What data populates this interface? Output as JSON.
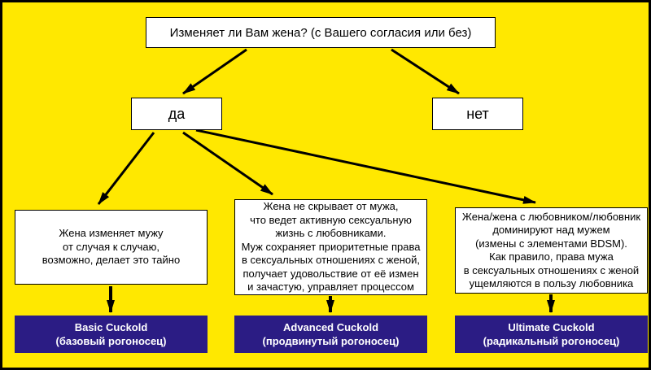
{
  "colors": {
    "background": "#ffe800",
    "box_bg": "#ffffff",
    "box_border": "#000000",
    "result_bg": "#2b1c84",
    "result_text": "#ffffff",
    "arrow": "#000000"
  },
  "title": "Изменяет ли Вам жена? (с Вашего согласия или без)",
  "decision": {
    "yes": "да",
    "no": "нет"
  },
  "branches": [
    {
      "description": "Жена изменяет мужу\nот случая к случаю,\nвозможно, делает это тайно",
      "result_en": "Basic Cuckold",
      "result_ru": "(базовый рогоносец)"
    },
    {
      "description": "Жена не скрывает от мужа,\nчто ведет активную сексуальную\nжизнь с любовниками.\nМуж сохраняет приоритетные права\nв сексуальных отношениях с женой,\nполучает удовольствие от её измен\nи зачастую, управляет процессом",
      "result_en": "Advanced Cuckold",
      "result_ru": "(продвинутый рогоносец)"
    },
    {
      "description": "Жена/жена с любовником/любовник\nдоминируют над мужем\n(измены с элементами BDSM).\nКак правило, права мужа\nв сексуальных отношениях с женой\nущемляются в пользу любовника",
      "result_en": "Ultimate Cuckold",
      "result_ru": "(радикальный рогоносец)"
    }
  ]
}
